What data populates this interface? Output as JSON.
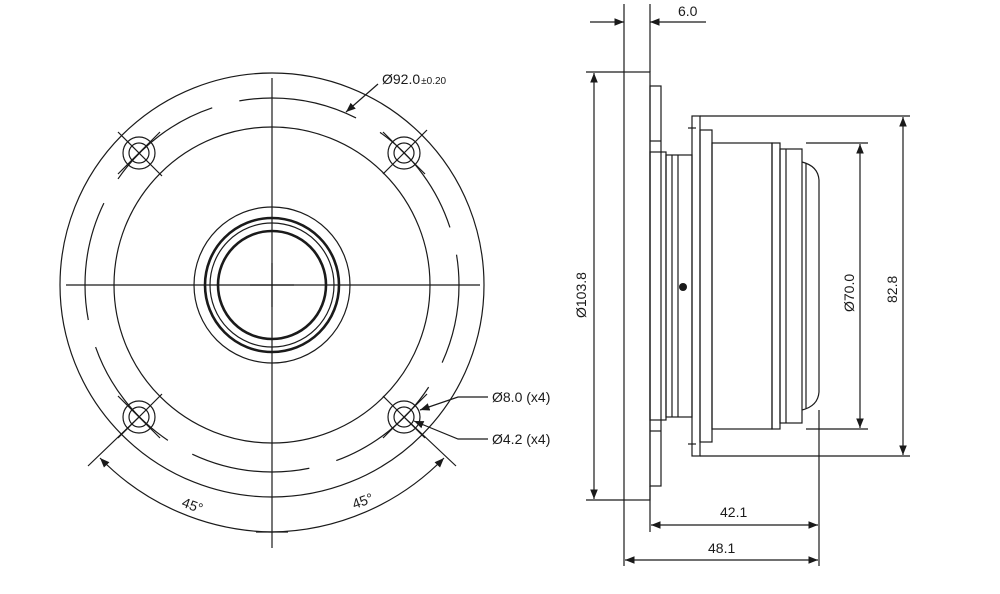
{
  "front_view": {
    "flange_diameter": "Ø92.0",
    "flange_tolerance": "±0.20",
    "hole_outer": "Ø8.0 (x4)",
    "hole_inner": "Ø4.2 (x4)",
    "angle_left": "45°",
    "angle_right": "45°"
  },
  "side_view": {
    "flange_thickness": "6.0",
    "overall_height": "Ø103.8",
    "body_diameter": "Ø70.0",
    "body_height": "82.8",
    "depth_inner": "42.1",
    "depth_overall": "48.1"
  }
}
